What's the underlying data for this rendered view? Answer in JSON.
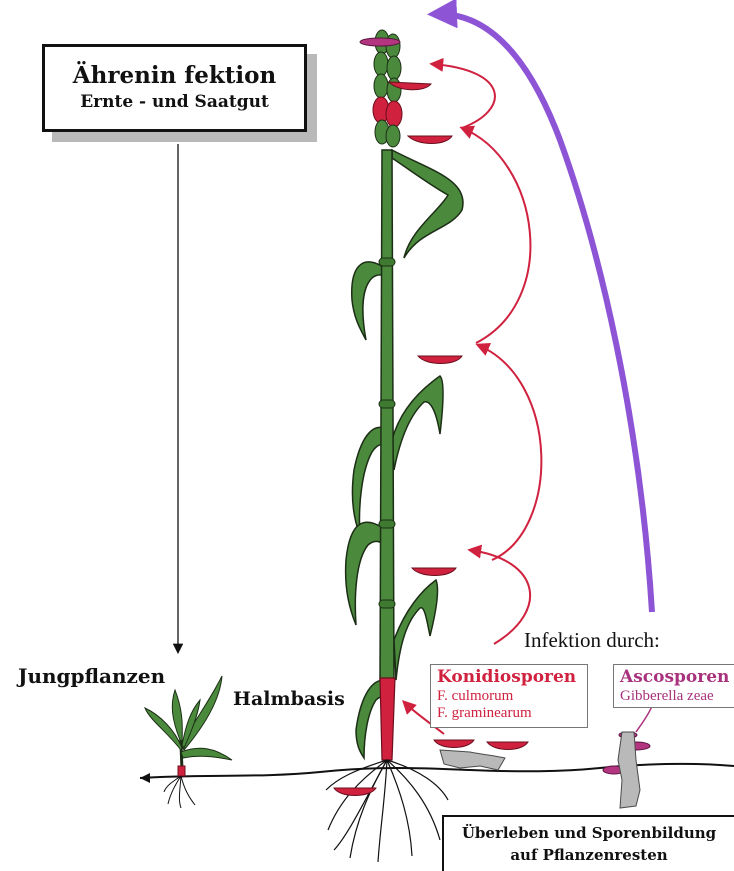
{
  "ear_box": {
    "title": "Ährenin fektion",
    "subtitle": "Ernte - und Saatgut"
  },
  "seedlings_label": "Jungpflanzen",
  "stem_base_label": "Halmbasis",
  "infection_label": "Infektion durch:",
  "conidiospores": {
    "title": "Konidiosporen",
    "species": [
      "F. culmorum",
      "F. graminearum"
    ],
    "color": "#d0213f"
  },
  "ascospores": {
    "title": "Ascosporen",
    "species": "Gibberella zeae",
    "color": "#a8327e"
  },
  "survival_box": {
    "line1": "Überleben und Sporenbildung",
    "line2": "auf Pflanzenresten"
  },
  "colors": {
    "plant_green": "#4b8a3c",
    "infection_red": "#d0213f",
    "ascospore_arrow": "#8d55d6",
    "residue_gray": "#b9b9b9"
  }
}
